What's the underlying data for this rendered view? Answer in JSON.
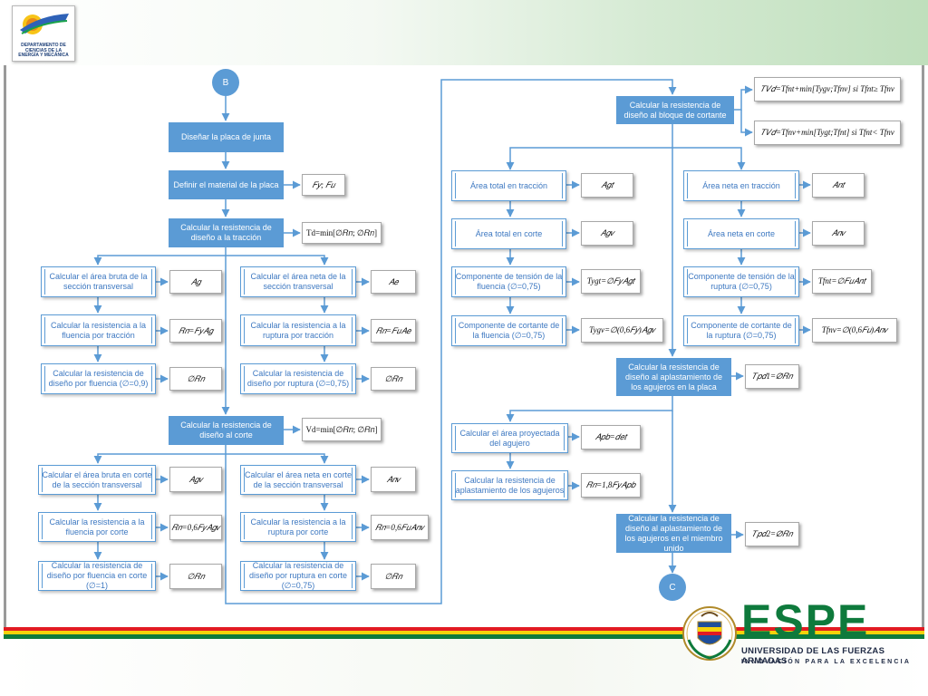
{
  "header": {
    "dept_logo_text": "DEPARTAMENTO DE CIENCIAS DE LA ENERGÍA Y MECÁNICA"
  },
  "connectors": {
    "start": "B",
    "end": "C"
  },
  "left_column": {
    "disenar_placa": "Diseñar la placa de junta",
    "definir_material": "Definir el material de la placa",
    "definir_material_formula": "𝐹𝑦; 𝐹𝑢",
    "traccion_title": "Calcular la resistencia de diseño a la tracción",
    "traccion_formula": "Td=min[∅𝑅𝑛; ∅𝑅𝑛]",
    "area_bruta": "Calcular el área bruta de la sección transversal",
    "area_bruta_formula": "𝐴𝑔",
    "fluencia_traccion": "Calcular la resistencia a la fluencia por tracción",
    "fluencia_traccion_formula": "𝑅𝑛=𝐹𝑦𝐴𝑔",
    "diseno_fluencia": "Calcular la resistencia de diseño por fluencia (∅=0,9)",
    "diseno_fluencia_formula": "∅𝑅𝑛",
    "area_neta": "Calcular el área neta de la sección transversal",
    "area_neta_formula": "𝐴𝑒",
    "ruptura_traccion": "Calcular la resistencia a la ruptura por tracción",
    "ruptura_traccion_formula": "𝑅𝑛=𝐹𝑢𝐴𝑒",
    "diseno_ruptura": "Calcular la resistencia de diseño por ruptura (∅=0,75)",
    "diseno_ruptura_formula": "∅𝑅𝑛",
    "corte_title": "Calcular la resistencia de diseño al corte",
    "corte_formula": "Vd=min[∅𝑅𝑛; ∅𝑅𝑛]",
    "area_bruta_corte": "Calcular el área bruta en corte de la sección transversal",
    "area_bruta_corte_formula": "𝐴𝑔𝑣",
    "fluencia_corte": "Calcular la resistencia a la fluencia por corte",
    "fluencia_corte_formula": "𝑅𝑛=0,6𝐹𝑦𝐴𝑔𝑣",
    "diseno_fluencia_corte": "Calcular la resistencia de diseño por fluencia en corte (∅=1)",
    "diseno_fluencia_corte_formula": "∅𝑅𝑛",
    "area_neta_corte": "Calcular el área neta en corte de la sección transversal",
    "area_neta_corte_formula": "𝐴𝑛𝑣",
    "ruptura_corte": "Calcular la resistencia a la ruptura por corte",
    "ruptura_corte_formula": "𝑅𝑛=0,6𝐹𝑢𝐴𝑛𝑣",
    "diseno_ruptura_corte": "Calcular la resistencia de diseño por ruptura en corte (∅=0,75)",
    "diseno_ruptura_corte_formula": "∅𝑅𝑛"
  },
  "right_column": {
    "bloque_title": "Calcular la resistencia de diseño al bloque de cortante",
    "bloque_formula_1": "𝑇𝑉𝑑=Tfnt+min[Tygv;Tfnv]   si   Tfnt≥ Tfnv",
    "bloque_formula_2": "𝑇𝑉𝑑=Tfnv+min[Tygt;Tfnt]   si    Tfnt< Tfnv",
    "area_total_traccion": "Área total en tracción",
    "area_total_traccion_formula": "𝐴𝑔𝑡",
    "area_total_corte": "Área total en corte",
    "area_total_corte_formula": "𝐴𝑔𝑣",
    "comp_tension_fluencia": "Componente de tensión de la fluencia (∅=0,75)",
    "comp_tension_fluencia_formula": "Tygt=∅𝐹𝑦𝐴𝑔𝑡",
    "comp_cortante_fluencia": "Componente de cortante de la fluencia (∅=0,75)",
    "comp_cortante_fluencia_formula": "Tygv=∅(0,6𝐹𝑦)𝐴𝑔𝑣",
    "area_neta_traccion": "Área neta en tracción",
    "area_neta_traccion_formula": "𝐴𝑛𝑡",
    "area_neta_corte": "Área neta en corte",
    "area_neta_corte_formula": "𝐴𝑛𝑣",
    "comp_tension_ruptura": "Componente de tensión de la ruptura (∅=0,75)",
    "comp_tension_ruptura_formula": "Tfnt=∅𝐹𝑢𝐴𝑛𝑡",
    "comp_cortante_ruptura": "Componente de cortante de la ruptura  (∅=0,75)",
    "comp_cortante_ruptura_formula": "Tfnv=∅(0,6𝐹𝑢)𝐴𝑛𝑣",
    "aplast_placa": "Calcular la resistencia de diseño al aplastamiento de los agujeros en la placa",
    "aplast_placa_formula": "𝑇𝑝𝑑1=∅𝑅𝑛",
    "area_proyectada": "Calcular el área proyectada del agujero",
    "area_proyectada_formula": "𝐴𝑝𝑏=𝑑𝑒𝑡",
    "resistencia_aplast": "Calcular la resistencia de aplastamiento de los agujeros",
    "resistencia_aplast_formula": "𝑅𝑛=1,8𝐹𝑦𝐴𝑝𝑏",
    "aplast_miembro": "Calcular la resistencia de diseño al aplastamiento de los agujeros en el miembro unido",
    "aplast_miembro_formula": "𝑇𝑝𝑑2=∅𝑅𝑛"
  },
  "footer": {
    "brand": "ESPE",
    "university": "UNIVERSIDAD DE LAS FUERZAS ARMADAS",
    "motto": "INNOVACIÓN PARA LA EXCELENCIA"
  },
  "colors": {
    "node_fill": "#5b9bd5",
    "node_text": "#3d78c1",
    "espe_green": "#0e7a3c",
    "stripe_red": "#e21b22",
    "stripe_yellow": "#f5d20a"
  }
}
